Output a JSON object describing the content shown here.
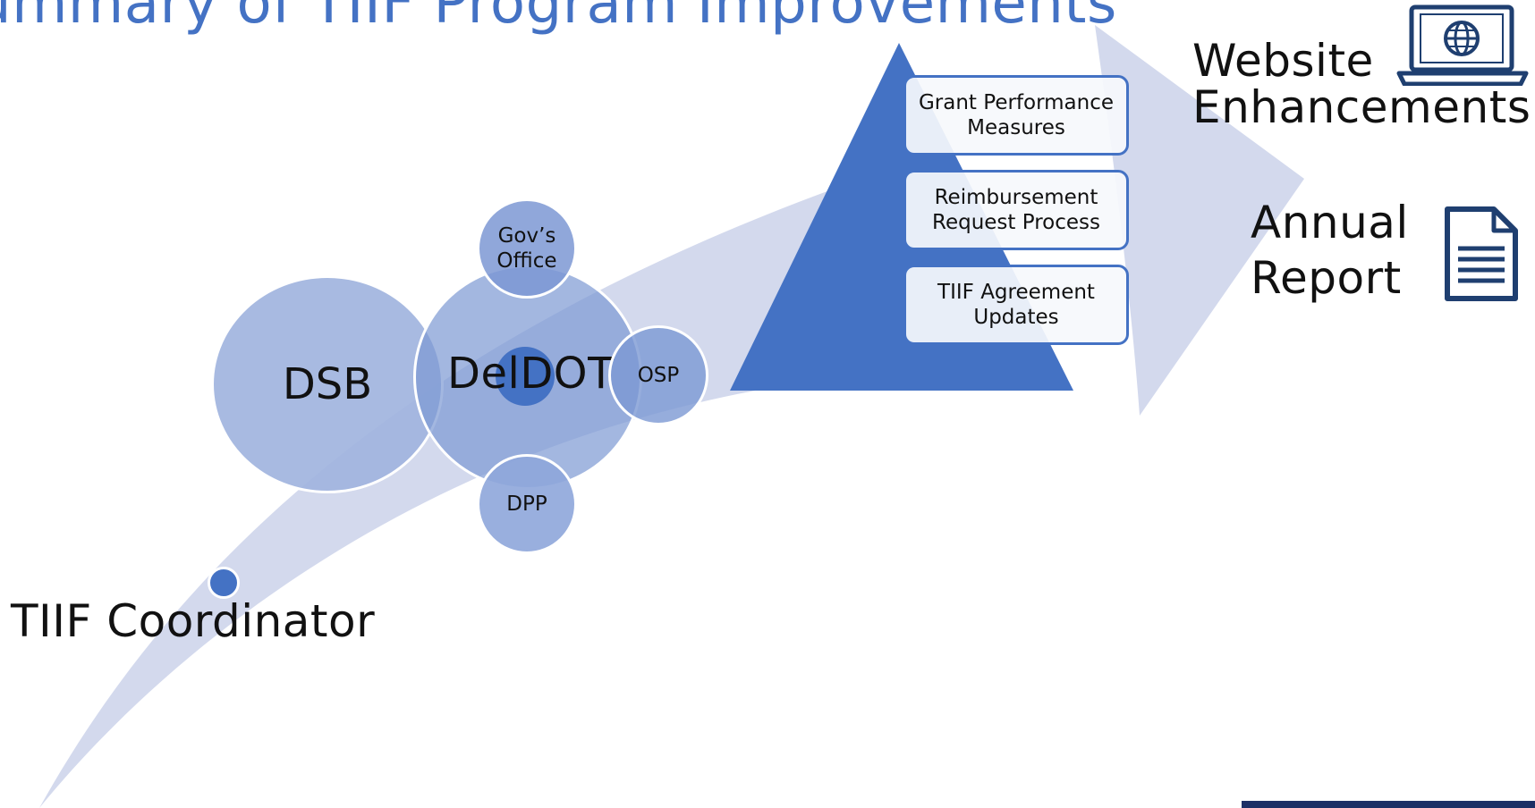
{
  "slide": {
    "title": "ummary of TIIF Program Improvements"
  },
  "diagram": {
    "coordinator_label": "TIIF Coordinator",
    "dsb_label": "DSB",
    "deldot_label": "DelDOT",
    "govs_office_label": "Gov’s\nOffice",
    "osp_label": "OSP",
    "dpp_label": "DPP",
    "pyramid_items": [
      {
        "label": "Grant Performance\nMeasures"
      },
      {
        "label": "Reimbursement\nRequest Process"
      },
      {
        "label": "TIIF Agreement\nUpdates"
      }
    ],
    "website_label_line1": "Website",
    "website_label_line2": "Enhancements",
    "annual_report_label_line1": "Annual",
    "annual_report_label_line2": "Report"
  },
  "icons": {
    "website": "laptop-globe-icon",
    "report": "document-icon"
  },
  "colors": {
    "title": "#4472c4",
    "accent_blue": "#4472c4",
    "light_arrow": "#d3d9ed",
    "circle_fill": "#a1b4de",
    "dark_navy": "#1f3f70",
    "footer_bar": "#1c2f66"
  }
}
